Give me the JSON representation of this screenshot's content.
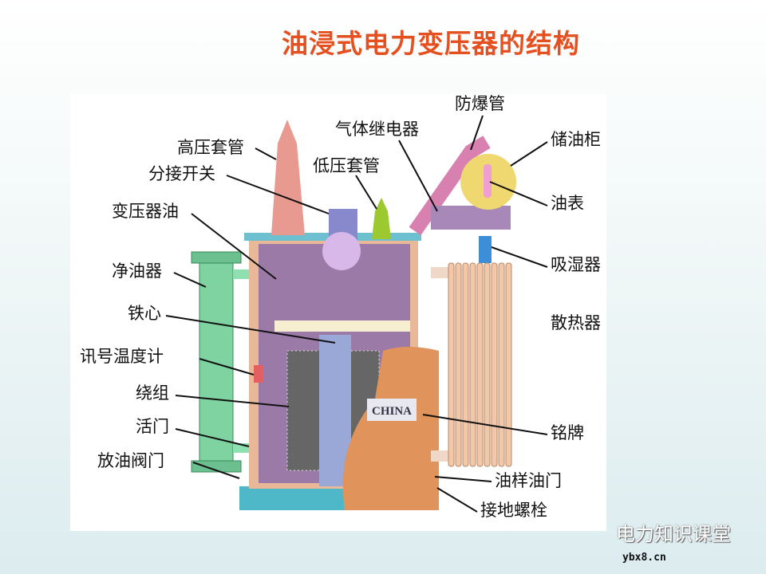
{
  "title": "油浸式电力变压器的结构",
  "nameplate_text": "CHINA",
  "labels": {
    "high_voltage_bushing": "高压套管",
    "tap_changer": "分接开关",
    "transformer_oil": "变压器油",
    "oil_purifier": "净油器",
    "iron_core": "铁心",
    "signal_thermometer": "讯号温度计",
    "winding": "绕组",
    "valve": "活门",
    "drain_valve": "放油阀门",
    "gas_relay": "气体继电器",
    "low_voltage_bushing": "低压套管",
    "explosion_pipe": "防爆管",
    "conservator": "储油柜",
    "oil_gauge": "油表",
    "breather": "吸湿器",
    "radiator": "散热器",
    "nameplate": "铭牌",
    "oil_sample_valve": "油样油门",
    "grounding_bolt": "接地螺栓"
  },
  "watermark": {
    "text": "电力知识课堂",
    "site": "ybx8.cn"
  }
}
